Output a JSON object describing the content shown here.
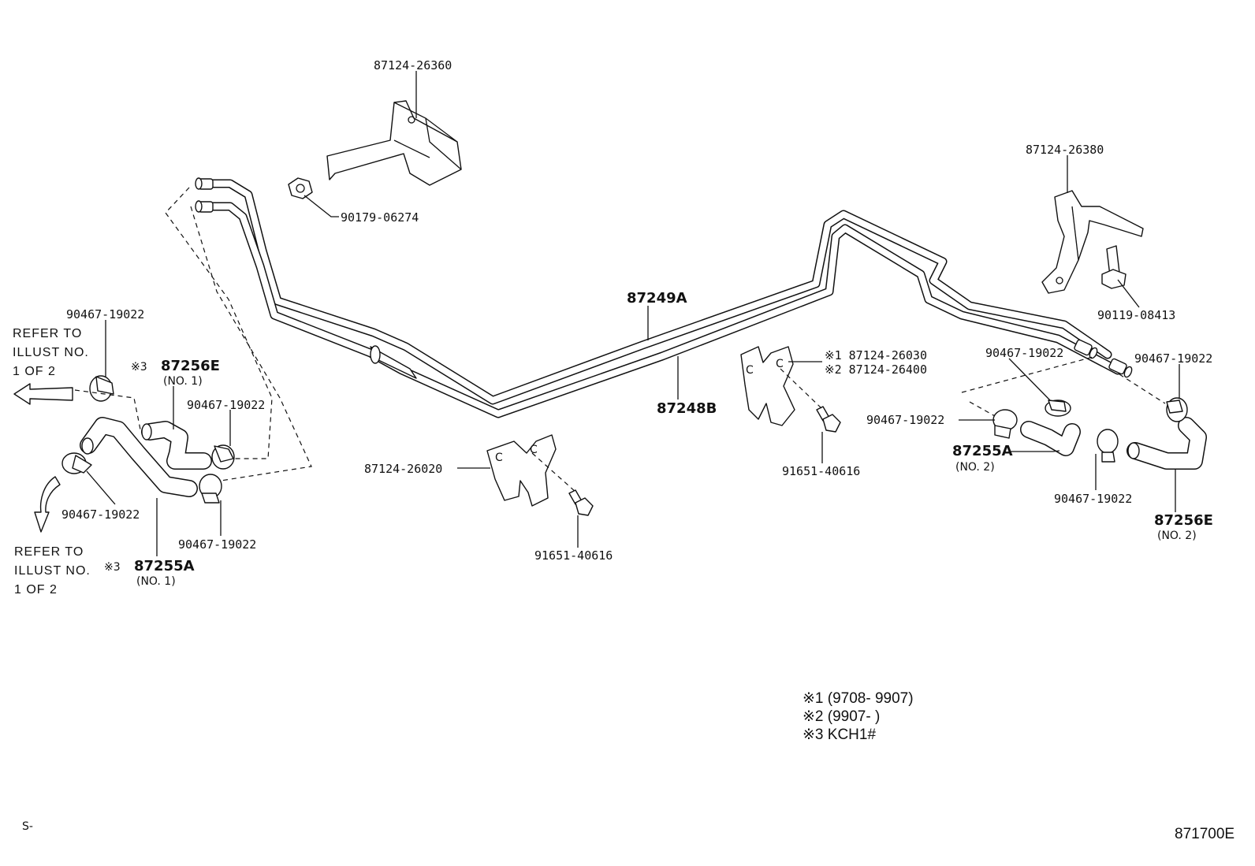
{
  "labels": {
    "p87124_26360": "87124-26360",
    "p90179_06274": "90179-06274",
    "p87124_26380": "87124-26380",
    "p90119_08413": "90119-08413",
    "p87249A": "87249A",
    "p87248B": "87248B",
    "p87124_26030": "※1 87124-26030",
    "p87124_26400": "※2 87124-26400",
    "p91651_40616_r": "91651-40616",
    "p91651_40616_c": "91651-40616",
    "p87124_26020": "87124-26020",
    "clamp_left_top": "90467-19022",
    "clamp_left_mid": "90467-19022",
    "clamp_left_low": "90467-19022",
    "clamp_left_bottom": "90467-19022",
    "clamp_right_a": "90467-19022",
    "clamp_right_b": "90467-19022",
    "clamp_right_c": "90467-19022",
    "clamp_right_d": "90467-19022",
    "hose_87256E_l": "87256E",
    "hose_87256E_l_mark": "※3",
    "hose_87256E_l_no": "(NO. 1)",
    "hose_87255A_l": "87255A",
    "hose_87255A_l_mark": "※3",
    "hose_87255A_l_no": "(NO. 1)",
    "hose_87255A_r": "87255A",
    "hose_87255A_r_no": "(NO. 2)",
    "hose_87256E_r": "87256E",
    "hose_87256E_r_no": "(NO. 2)"
  },
  "refer_top": [
    "REFER TO",
    "ILLUST NO.",
    "1 OF 2"
  ],
  "refer_bottom": [
    "REFER TO",
    "ILLUST NO.",
    "1 OF 2"
  ],
  "notes": [
    "※1 (9708- 9907)",
    "※2 (9907-        )",
    "※3 KCH1#"
  ],
  "corner_left": "S-",
  "corner_right": "871700E"
}
